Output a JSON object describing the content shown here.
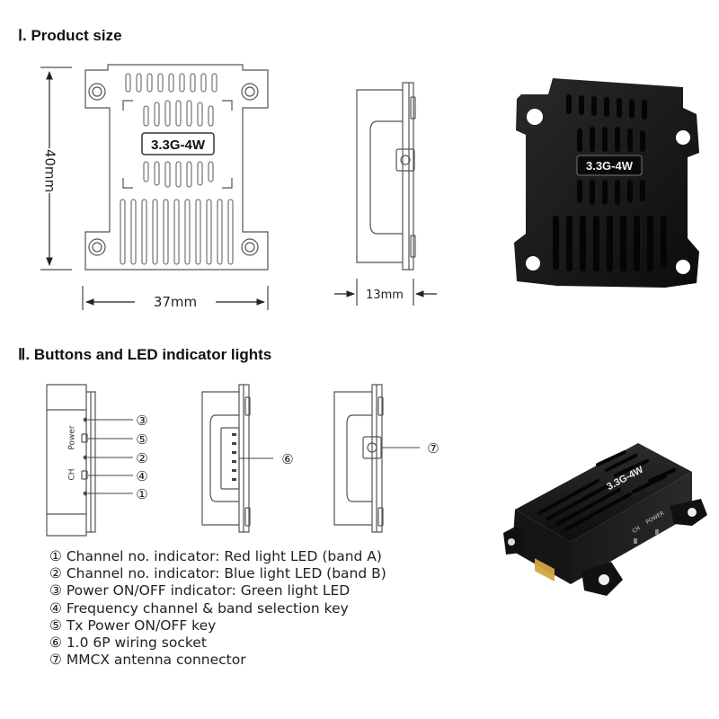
{
  "headings": {
    "product_size": "Ⅰ. Product size",
    "buttons_leds": "Ⅱ. Buttons and LED indicator lights"
  },
  "dimensions": {
    "height": "40mm",
    "width": "37mm",
    "depth": "13mm"
  },
  "product_label": "3.3G-4W",
  "side_labels": {
    "power": "Power",
    "ch": "CH",
    "photo_ch": "CH",
    "photo_power": "POWER"
  },
  "callouts": [
    "①",
    "②",
    "③",
    "④",
    "⑤",
    "⑥",
    "⑦"
  ],
  "legend": [
    "① Channel no. indicator: Red light LED (band A)",
    "② Channel no. indicator: Blue light LED (band B)",
    "③ Power ON/OFF indicator: Green light LED",
    "④ Frequency channel & band selection key",
    "⑤ Tx Power ON/OFF key",
    "⑥ 1.0 6P wiring socket",
    "⑦ MMCX antenna connector"
  ],
  "colors": {
    "line": "#444444",
    "device_body": "#1a1a1a",
    "label_bg": "#111111"
  }
}
